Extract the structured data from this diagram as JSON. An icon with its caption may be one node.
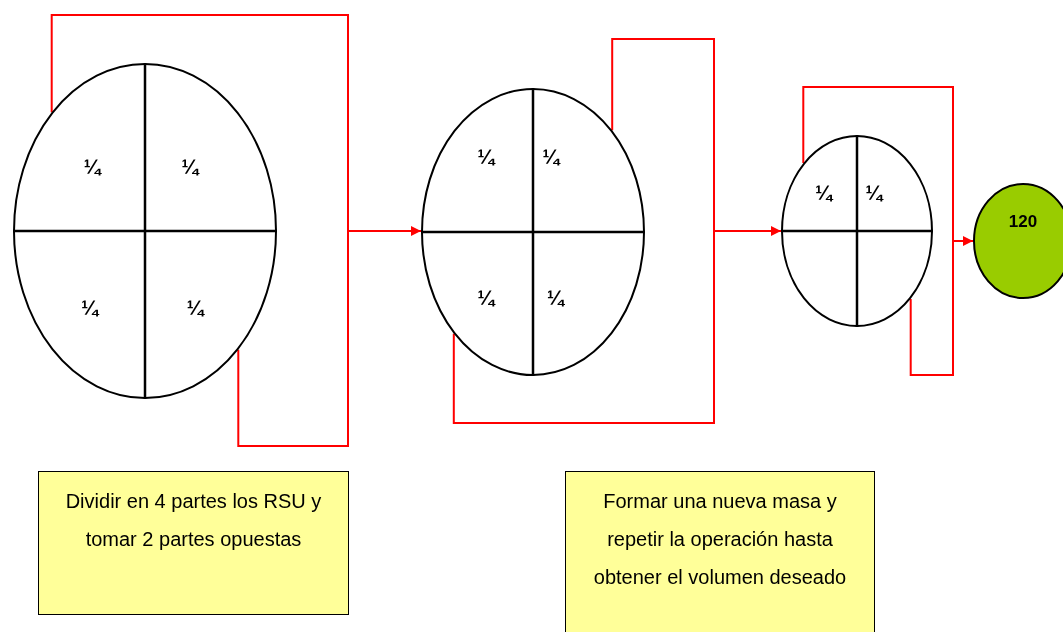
{
  "diagram": {
    "nodes": [
      {
        "text": [
          "¼",
          "¼",
          "¼",
          "¼"
        ]
      },
      {
        "text": [
          "¼",
          "¼",
          "¼",
          "¼"
        ]
      },
      {
        "text": [
          "¼",
          "¼"
        ]
      },
      {
        "text": [
          "120"
        ]
      },
      {
        "text": [
          "Dividir en 4 partes los RSU y tomar 2 partes opuestas"
        ]
      },
      {
        "text": [
          "Formar una nueva masa y repetir la operación hasta obtener el volumen deseado"
        ]
      }
    ],
    "edges": [
      {
        "from": 0,
        "to": 1,
        "arrow": "to"
      },
      {
        "from": 1,
        "to": 2,
        "arrow": "to"
      },
      {
        "from": 2,
        "to": 3,
        "arrow": "to"
      }
    ]
  }
}
